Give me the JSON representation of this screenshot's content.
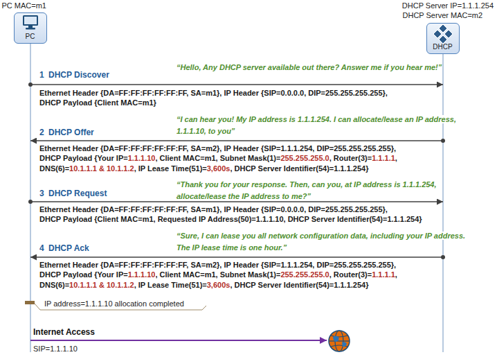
{
  "diagram": {
    "nodes": [
      {
        "text": [
          "PC MAC=m1",
          "PC"
        ]
      },
      {
        "text": [
          "DHCP Server IP=1.1.1.254",
          "DHCP Server MAC=m2",
          "DHCP"
        ]
      }
    ],
    "edges": [
      {
        "from": 0,
        "to": 1,
        "label": "DHCP Discover",
        "arrow": "to"
      },
      {
        "from": 1,
        "to": 0,
        "label": "DHCP Offer",
        "arrow": "to"
      },
      {
        "from": 0,
        "to": 1,
        "label": "DHCP Request",
        "arrow": "to"
      },
      {
        "from": 1,
        "to": 0,
        "label": "DHCP Ack",
        "arrow": "to"
      }
    ],
    "labels": [
      "1",
      "“Hello, Any DHCP server available out there? Answer me if you hear me!”",
      "Ethernet Header {DA=FF:FF:FF:FF:FF:FF, SA=m1}, IP Header {SIP=0.0.0.0, DIP=255.255.255.255},",
      "DHCP Payload {Client MAC=m1}",
      "2",
      "“I can hear you! My IP address is 1.1.1.254. I can allocate/lease an IP address, 1.1.1.10, to you”",
      "Ethernet Header {DA=FF:FF:FF:FF:FF:FF, SA=m2}, IP Header {SIP=1.1.1.254, DIP=255.255.255.255},",
      "DHCP Payload {Your IP=",
      "1.1.1.10",
      ", Client MAC=m1, Subnet Mask(1)=",
      "255.255.255.0",
      ", Router(3)=",
      "1.1.1.1",
      ",",
      "DNS(6)=",
      "10.1.1.1 & 10.1.1.2",
      ", IP Lease Time(51)=",
      "3,600s",
      ", DHCP Server Identifier(54)=1.1.1.254}",
      "3",
      "“Thank you for your response. Then, can you, at IP address is 1.1.1.254, allocate/lease the IP address to me?”",
      "Ethernet Header {DA=FF:FF:FF:FF:FF:FF, SA=m1}, IP Header {SIP=0.0.0.0, DIP=255.255.255.255},",
      "DHCP Payload {Client MAC=m1, Requested IP Address(50)=1.1.1.10, DHCP Server Identifier(54)=1.1.1.254}",
      "4",
      "“Sure, I can lease you all network configuration data, including your IP address. The IP lease time is one hour.”",
      "Ethernet Header {DA=FF:FF:FF:FF:FF:FF, SA=m2}, IP Header {SIP=1.1.1.254, DIP=255.255.255.255},",
      "DHCP Payload {Your IP=",
      "1.1.1.10",
      ", Client MAC=m1, Subnet Mask(1)=",
      "255.255.255.0",
      ", Router(3)=",
      "1.1.1.1",
      ",",
      "DNS(6)=",
      "10.1.1.1 & 10.1.1.2",
      ", IP Lease Time(51)=",
      "3,600s",
      ", DHCP Server Identifier(54)=1.1.1.254}",
      "IP address=1.1.1.10 allocation completed",
      "Internet Access",
      "SIP=1.1.1.10"
    ]
  }
}
